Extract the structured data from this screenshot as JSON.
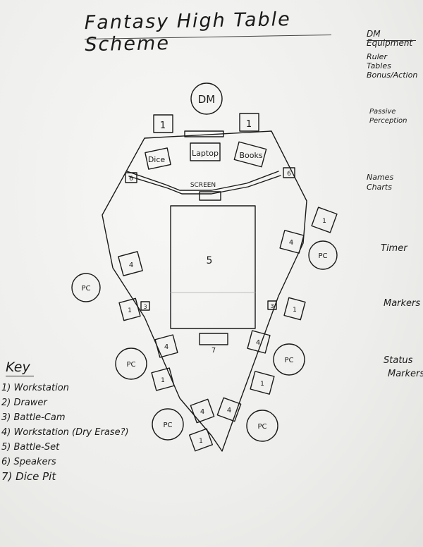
{
  "title": "Fantasy High Table Scheme",
  "sidebar": {
    "heading": "DM Equipment",
    "ruler_tables_lines": [
      "Ruler",
      "Tables",
      "Bonus/Action"
    ],
    "passive_perception": "Passive Perception",
    "names_charts_lines": [
      "Names",
      "Charts"
    ],
    "timer": "Timer",
    "markers": "Markers",
    "status_markers_lines": [
      "Status",
      "Markers"
    ]
  },
  "key": {
    "title": "Key",
    "items": [
      "1) Workstation",
      "2) Drawer",
      "3) Battle-Cam",
      "4) Workstation (Dry Erase?)",
      "5) Battle-Set",
      "6) Speakers",
      "7) Dice Pit"
    ]
  },
  "diagram": {
    "dm_label": "DM",
    "dice_label": "Dice",
    "laptop_label": "Laptop",
    "books_label": "Books",
    "screen_label": "SCREEN",
    "battle_set_number": "5",
    "dice_pit_number": "7",
    "pc_label": "PC",
    "workstation_number": "1",
    "dry_erase_number": "4",
    "camera_number": "3",
    "speaker_number": "6"
  }
}
